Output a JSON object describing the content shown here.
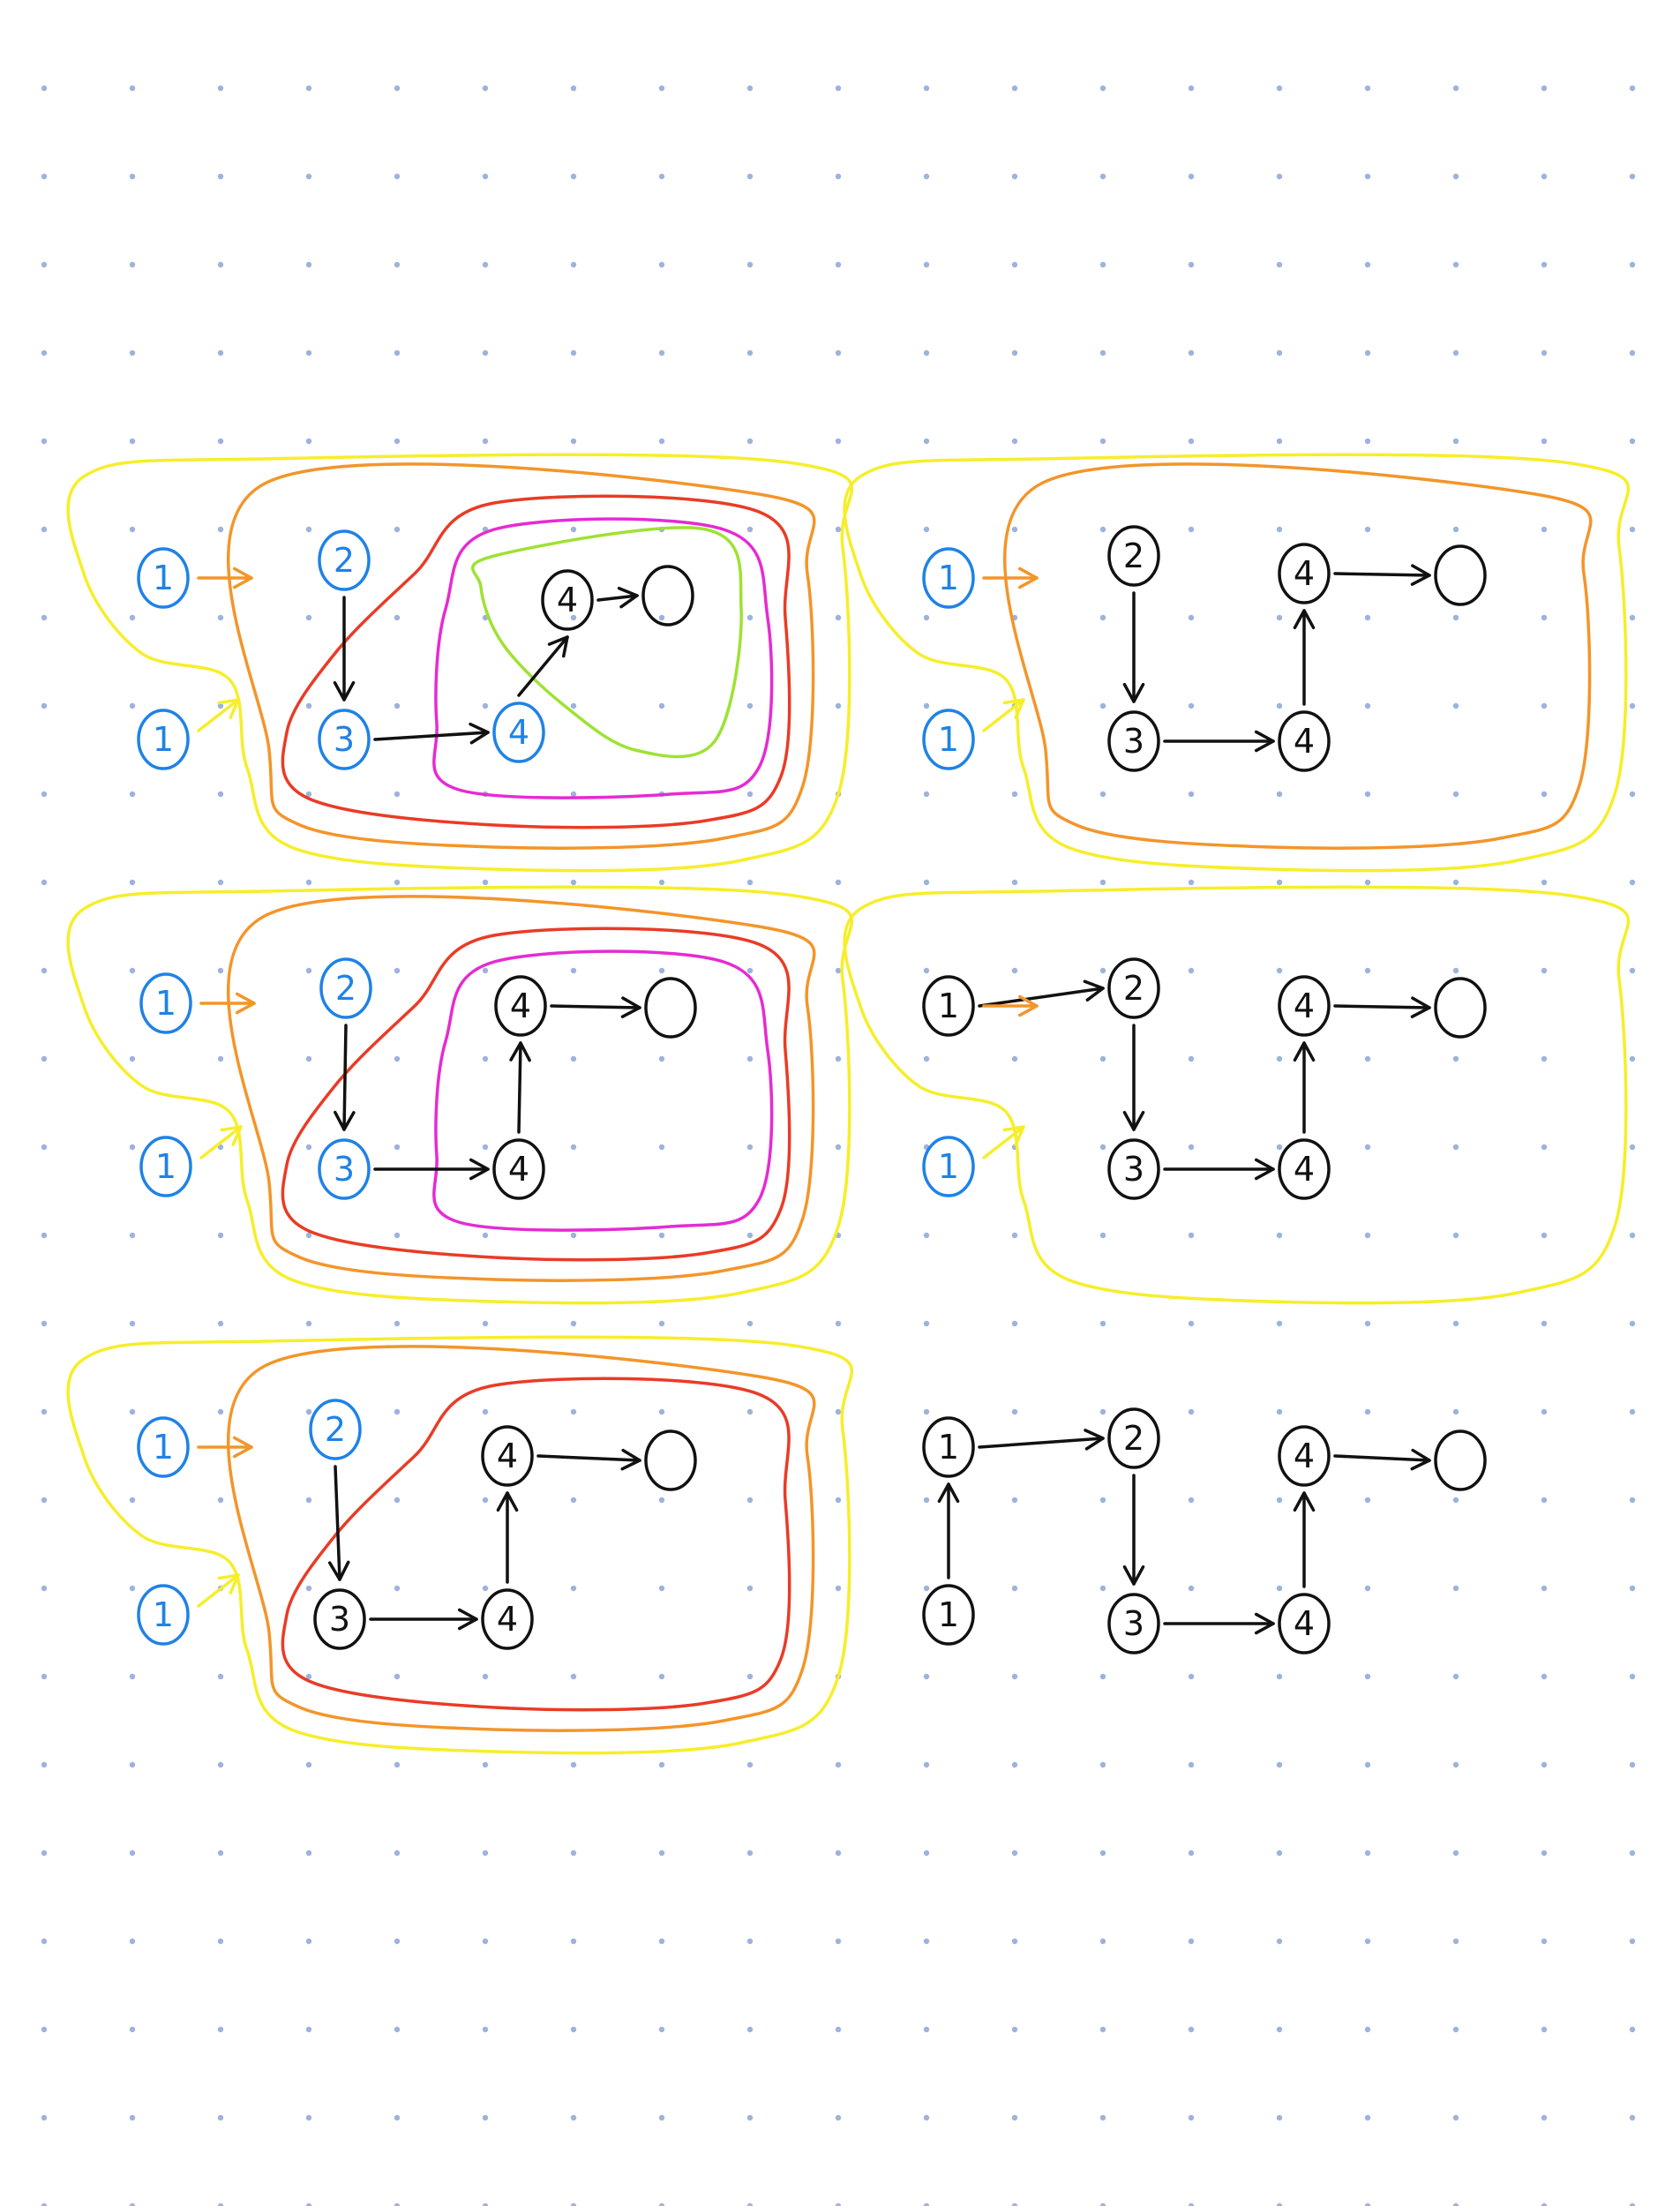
{
  "colors": {
    "background": "#ffffff",
    "grid_dot": "#9db3dc",
    "yellow": "#f6ee2a",
    "orange": "#f3952a",
    "red": "#ea3b26",
    "magenta": "#e52bd3",
    "green": "#9ee232",
    "blue": "#1f82e6",
    "ink": "#111111"
  },
  "panels": [
    {
      "id": "p1-left",
      "nodes": [
        {
          "label": "1",
          "color": "blue"
        },
        {
          "label": "1",
          "color": "blue"
        },
        {
          "label": "2",
          "color": "blue"
        },
        {
          "label": "3",
          "color": "blue"
        },
        {
          "label": "4",
          "color": "blue"
        },
        {
          "label": "4",
          "color": "ink"
        },
        {
          "label": "0",
          "color": "ink"
        }
      ]
    },
    {
      "id": "p1-right",
      "nodes": [
        {
          "label": "1",
          "color": "blue"
        },
        {
          "label": "1",
          "color": "blue"
        },
        {
          "label": "2",
          "color": "ink"
        },
        {
          "label": "3",
          "color": "ink"
        },
        {
          "label": "4",
          "color": "ink"
        },
        {
          "label": "4",
          "color": "ink"
        },
        {
          "label": "0",
          "color": "ink"
        }
      ]
    },
    {
      "id": "p2-left",
      "nodes": [
        {
          "label": "1",
          "color": "blue"
        },
        {
          "label": "1",
          "color": "blue"
        },
        {
          "label": "2",
          "color": "blue"
        },
        {
          "label": "3",
          "color": "blue"
        },
        {
          "label": "4",
          "color": "ink"
        },
        {
          "label": "4",
          "color": "ink"
        },
        {
          "label": "0",
          "color": "ink"
        }
      ]
    },
    {
      "id": "p2-right",
      "nodes": [
        {
          "label": "1",
          "color": "ink"
        },
        {
          "label": "1",
          "color": "blue"
        },
        {
          "label": "2",
          "color": "ink"
        },
        {
          "label": "3",
          "color": "ink"
        },
        {
          "label": "4",
          "color": "ink"
        },
        {
          "label": "4",
          "color": "ink"
        },
        {
          "label": "0",
          "color": "ink"
        }
      ]
    },
    {
      "id": "p3-left",
      "nodes": [
        {
          "label": "1",
          "color": "blue"
        },
        {
          "label": "1",
          "color": "blue"
        },
        {
          "label": "2",
          "color": "blue"
        },
        {
          "label": "3",
          "color": "ink"
        },
        {
          "label": "4",
          "color": "ink"
        },
        {
          "label": "4",
          "color": "ink"
        },
        {
          "label": "0",
          "color": "ink"
        }
      ]
    },
    {
      "id": "p3-right",
      "nodes": [
        {
          "label": "1",
          "color": "ink"
        },
        {
          "label": "1",
          "color": "ink"
        },
        {
          "label": "2",
          "color": "ink"
        },
        {
          "label": "3",
          "color": "ink"
        },
        {
          "label": "4",
          "color": "ink"
        },
        {
          "label": "4",
          "color": "ink"
        },
        {
          "label": "0",
          "color": "ink"
        }
      ]
    }
  ]
}
